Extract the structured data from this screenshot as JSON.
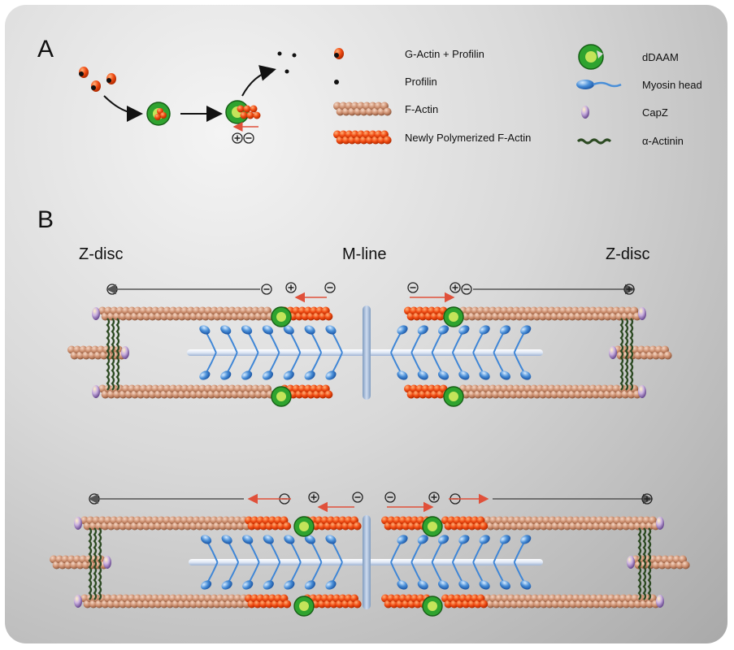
{
  "panel_a": {
    "label": "A",
    "legend": {
      "g_actin_profilin": "G-Actin + Profilin",
      "profilin": "Profilin",
      "f_actin": "F-Actin",
      "new_f_actin": "Newly Polymerized F-Actin",
      "ddaam": "dDAAM",
      "myosin_head": "Myosin head",
      "capz": "CapZ",
      "alpha_actinin": "α-Actinin"
    }
  },
  "panel_b": {
    "label": "B",
    "z_disc_left": "Z-disc",
    "m_line": "M-line",
    "z_disc_right": "Z-disc"
  },
  "colors": {
    "f_actin": "#c98a6a",
    "new_f_actin": "#f04a12",
    "ddaam": "#2fa32f",
    "myosin": "#4a8fd8",
    "thick_filament": "#dfe8f5",
    "capz": "#9a78b8",
    "alpha_actinin": "#2c4a22",
    "arrow_dark": "#555555",
    "arrow_red": "#e0503a"
  }
}
